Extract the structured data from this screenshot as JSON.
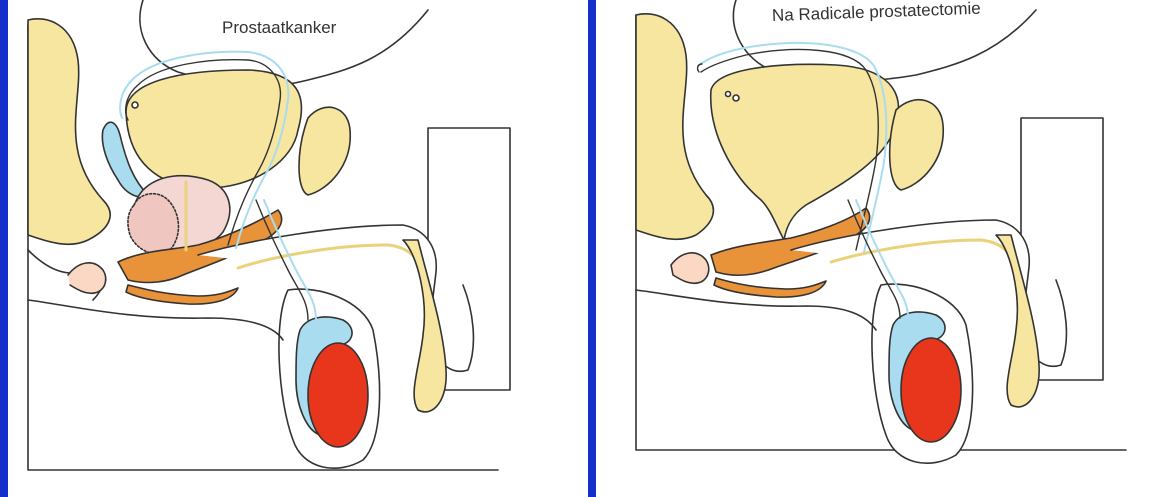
{
  "left_panel": {
    "label": "Prostaatkanker"
  },
  "right_panel": {
    "label": "Na Radicale prostatectomie"
  },
  "colors": {
    "background": "#1430c8",
    "fat_yellow": "#f6e6a0",
    "orange_muscle": "#e8923a",
    "blue_duct": "#a9dcef",
    "testis_red": "#e8361c",
    "prostate_pink": "#f4d7d2",
    "outline": "#333333"
  },
  "icons": [
    "left-anatomy-illustration",
    "right-anatomy-illustration"
  ]
}
